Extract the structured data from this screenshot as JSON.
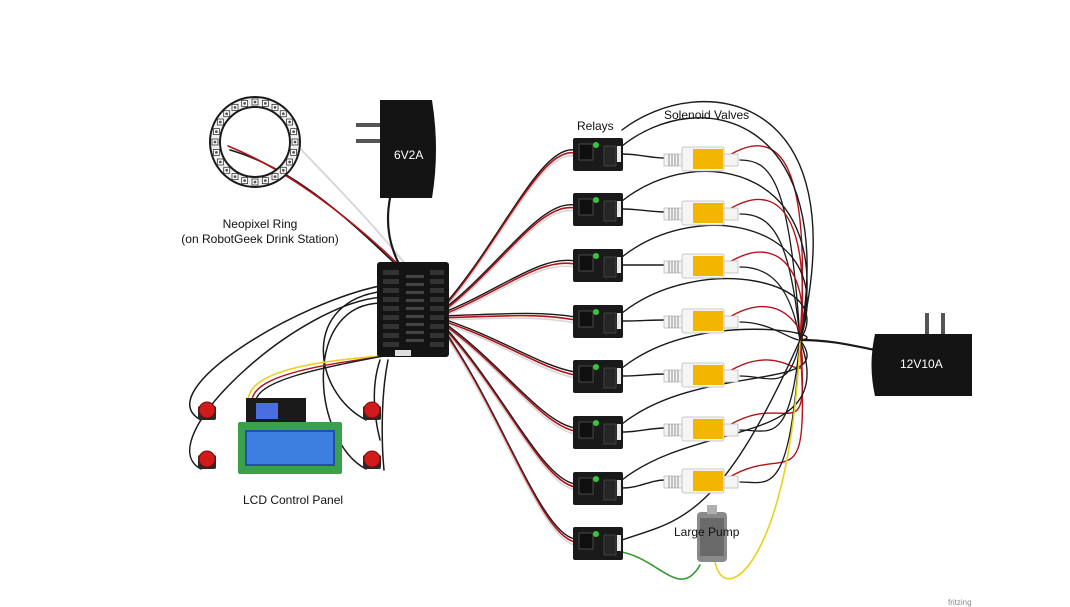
{
  "labels": {
    "relays": "Relays",
    "solenoid_valves": "Solenoid Valves",
    "neopixel_line1": "Neopixel Ring",
    "neopixel_line2": "(on RobotGeek Drink Station)",
    "adapter_small": "6V2A",
    "adapter_large": "12V10A",
    "lcd_panel": "LCD Control Panel",
    "large_pump": "Large Pump",
    "watermark": "fritzing"
  },
  "counts": {
    "relays": 8,
    "solenoid_valves": 7,
    "neopixel_leds": 24,
    "push_buttons": 4
  },
  "colors": {
    "wire_black": "#1a1a1a",
    "wire_red": "#b3141b",
    "wire_yellow": "#e8d21a",
    "wire_green": "#2f9a2f",
    "wire_white": "#d8d8d8",
    "board_black": "#141414",
    "lcd_green": "#3aa14a",
    "lcd_blue": "#3d7fe0",
    "button_red": "#d11a1a",
    "valve_yellow": "#f2b600"
  }
}
